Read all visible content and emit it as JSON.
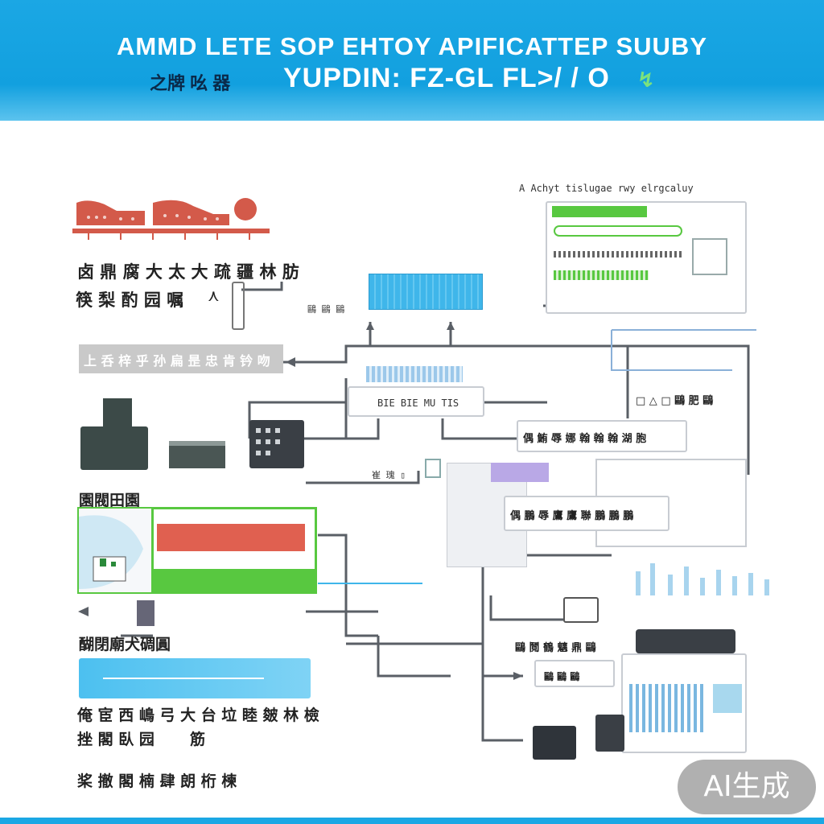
{
  "header": {
    "title_line1": "AMMD LETE SOP EHTOY APIFICATTEP SUUBY",
    "title_line2_cjk": "之牌 吆 器 ",
    "title_line2": "YUPDIN: FZ-GL FL>/ / O",
    "title_line2_mark": "↯"
  },
  "labels": {
    "left_text_1": "卤 鼎 腐 大 太 大 疏 疆 林 肪",
    "left_text_2": "筷 梨 酌 园 嘱",
    "left_arrow_mark": "⋏",
    "grey_band_text": "上 呑 梓 乎 孙 扁 昰 忠 肯 钤 吻",
    "left_section_title": "園閥田園",
    "left_section_title_2": "醐閉廟犬碉圓",
    "bottom_text_1": "俺 宦 西 嶋 弓 大 台 垃 睦 皴 林 檢",
    "bottom_text_2": "挫 閣 臥 园",
    "bottom_text_2b": "筋",
    "bottom_text_3": "桨 撤 閣 楠 肆 朗 桁 楝",
    "top_right_caption": "A  Achyt tislugae rwy  elrgcaluy",
    "mid_caption": "崔 瑰 ▯",
    "center_box_text": "BIE BIE MU TIS",
    "right_box_text_1": "偶 鮪 辱 娜 翰 翰 翰 湖 胞",
    "right_box_text_2": "偶 鵬 辱 鷹 鷹 聯 鵬 鵬 鵬",
    "right_box_text_3": "鷗 鬩 鶴 魑 鼎 鷗",
    "right_box_text_4": "□ △ □ 鷗 肥 鷗",
    "right_small": "鷗 鷗 鷗",
    "watermark": "AI生成"
  },
  "colors": {
    "banner": "#1ba7e4",
    "accent_green": "#58c840",
    "accent_red": "#e06050",
    "accent_blue": "#3fb6ea",
    "machine_dark": "#3c4a48"
  },
  "icons": [
    "machine-icon",
    "conveyor-icon",
    "control-panel-icon",
    "printer-icon",
    "server-icon",
    "bus-icon"
  ]
}
